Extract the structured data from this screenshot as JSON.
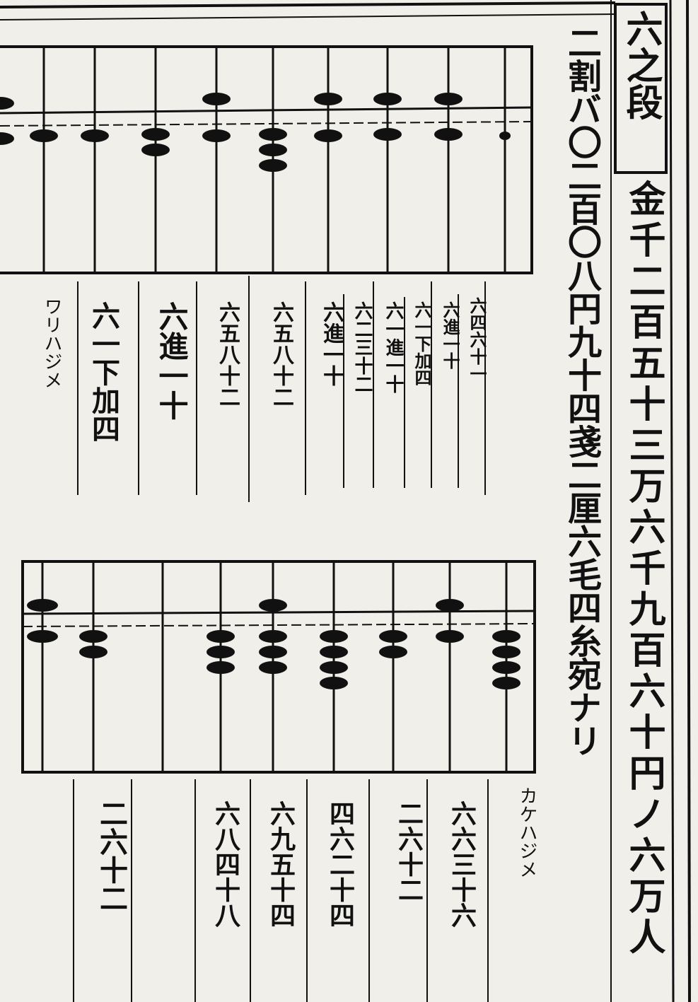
{
  "page": {
    "section_title": "六之段",
    "main_text_right": "金千二百五十三万六千九百六十円ノ六万人",
    "main_text_left": "二割バ〇二百〇八円九十四戔二厘六毛四糸宛ナリ"
  },
  "top_abacus": {
    "label": "ワリハジメ",
    "columns": [
      "六一下加四",
      "六進一十",
      "六五八十二",
      "六五八十二",
      "六進一十",
      "六二三十二",
      "六一進一十",
      "六一下加四",
      "六進一十",
      "六四六十一"
    ]
  },
  "bottom_abacus": {
    "label": "カケハジメ",
    "columns": [
      "二六十二",
      "六八四十八",
      "六九五十四",
      "四六二十四",
      "二六十二",
      "六六三十六"
    ]
  }
}
